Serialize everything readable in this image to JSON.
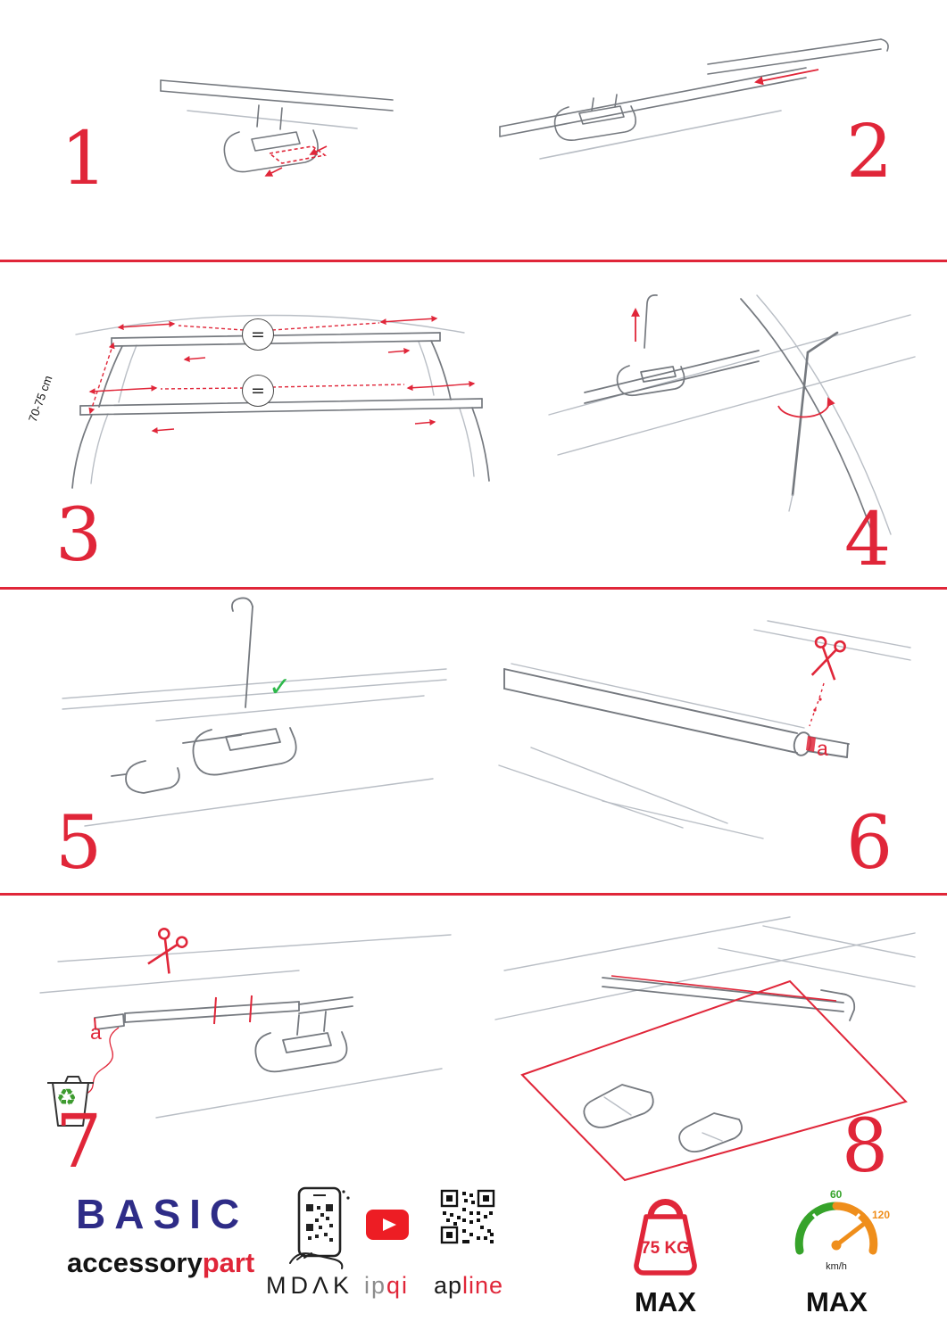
{
  "page": {
    "accent_red": "#e02639",
    "background": "#ffffff"
  },
  "steps": [
    {
      "number": "1"
    },
    {
      "number": "2"
    },
    {
      "number": "3",
      "dimension_label": "70-75 cm",
      "equal_symbol": "="
    },
    {
      "number": "4"
    },
    {
      "number": "5"
    },
    {
      "number": "6",
      "part_label": "a"
    },
    {
      "number": "7",
      "part_label": "a"
    },
    {
      "number": "8"
    }
  ],
  "icons": {
    "check": "✓",
    "recycle": "♻"
  },
  "footer": {
    "brand_title": "BASIC",
    "brand_sub_black": "accessory",
    "brand_sub_red": "part",
    "phone_label": "MDΛK",
    "video_label_gray": "ip",
    "video_label_red": "qi",
    "qr_label_black": "ap",
    "qr_label_red": "line",
    "weight_value": "75 KG",
    "weight_max_label": "MAX",
    "speed_green_value": "60",
    "speed_orange_value": "120",
    "speed_unit": "km/h",
    "speed_max_label": "MAX"
  }
}
